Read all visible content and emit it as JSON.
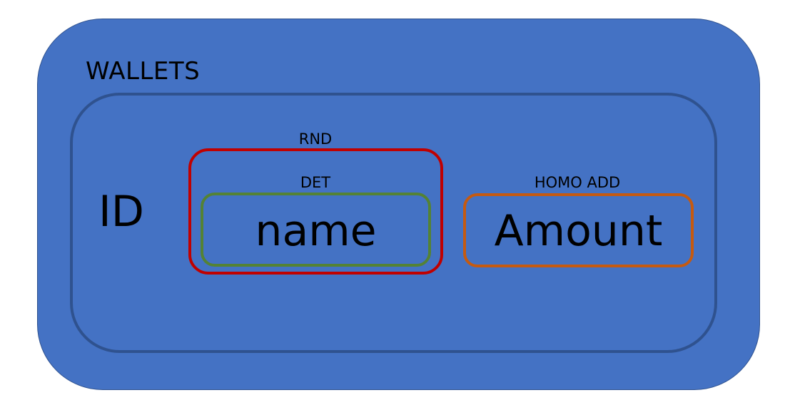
{
  "table": {
    "title": "WALLETS",
    "fill_color": "#4472c4",
    "row_border_color": "#2f528f"
  },
  "fields": {
    "id": {
      "label": "ID"
    },
    "name": {
      "label": "name",
      "outer_layer": {
        "caption": "RND",
        "color": "#c00000"
      },
      "inner_layer": {
        "caption": "DET",
        "color": "#548235"
      }
    },
    "amount": {
      "label": "Amount",
      "layer": {
        "caption": "HOMO ADD",
        "color": "#c55a11"
      }
    }
  }
}
